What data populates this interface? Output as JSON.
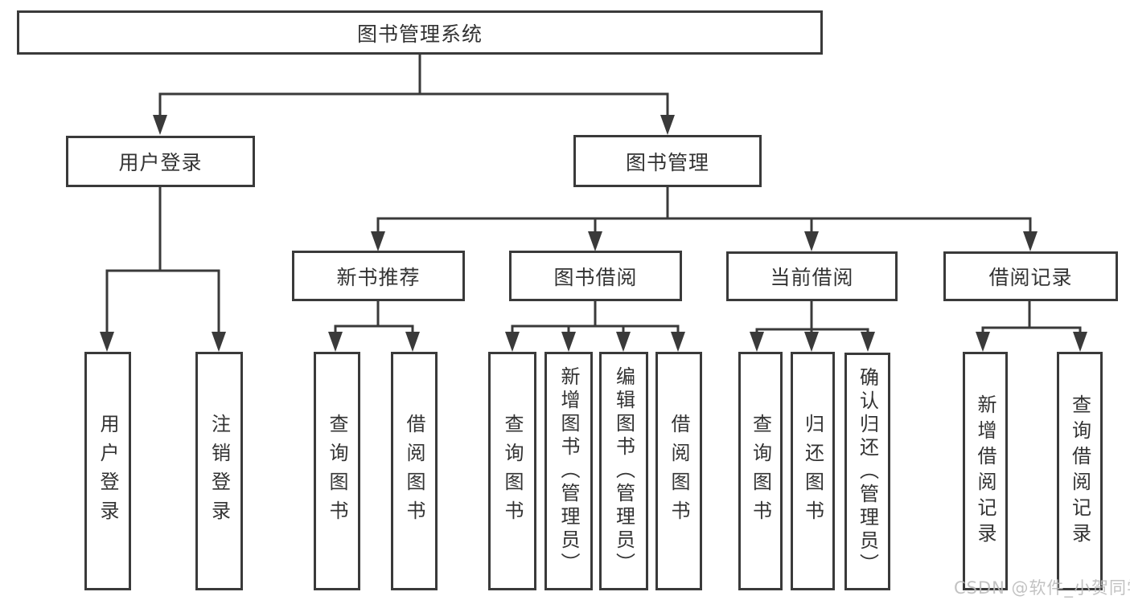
{
  "diagram_title": "图书管理系统",
  "tree": {
    "label": "图书管理系统",
    "children": [
      {
        "label": "用户登录",
        "children": [
          {
            "label": "用户登录"
          },
          {
            "label": "注销登录"
          }
        ]
      },
      {
        "label": "图书管理",
        "children": [
          {
            "label": "新书推荐",
            "children": [
              {
                "label": "查询图书"
              },
              {
                "label": "借阅图书"
              }
            ]
          },
          {
            "label": "图书借阅",
            "children": [
              {
                "label": "查询图书"
              },
              {
                "label": "新增图书（管理员）"
              },
              {
                "label": "编辑图书（管理员）"
              },
              {
                "label": "借阅图书"
              }
            ]
          },
          {
            "label": "当前借阅",
            "children": [
              {
                "label": "查询图书"
              },
              {
                "label": "归还图书"
              },
              {
                "label": "确认归还（管理员）"
              }
            ]
          },
          {
            "label": "借阅记录",
            "children": [
              {
                "label": "新增借阅记录"
              },
              {
                "label": "查询借阅记录"
              }
            ]
          }
        ]
      }
    ]
  },
  "watermark": {
    "text": "CSDN @软件_小贺同学"
  },
  "colors": {
    "line": "#3a3a3a",
    "box_border": "#3a3a3a",
    "box_background": "#ffffff",
    "text": "#333333",
    "watermark": "#bcbcbc",
    "page_background": "#ffffff"
  }
}
